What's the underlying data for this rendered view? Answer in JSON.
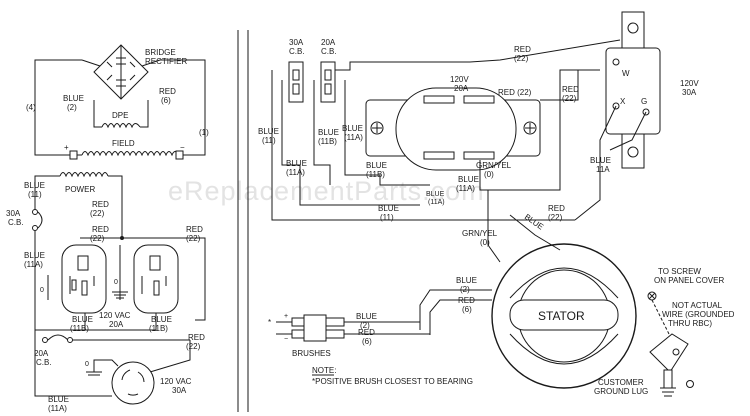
{
  "watermark": "eReplacementParts.com",
  "left_panel": {
    "bridge_rectifier": [
      "BRIDGE",
      "RECTIFIER"
    ],
    "wire_4": "(4)",
    "wire_1": "(1)",
    "blue_2": [
      "BLUE",
      "(2)"
    ],
    "red_6": [
      "RED",
      "(6)"
    ],
    "dpe": "DPE",
    "field": "FIELD",
    "plus": "+",
    "minus": "−",
    "power": "POWER",
    "blue_11": [
      "BLUE",
      "(11)"
    ],
    "cb30": [
      "30A",
      "C.B."
    ],
    "red_22_a": [
      "RED",
      "(22)"
    ],
    "red_22_b": [
      "RED",
      "(22)"
    ],
    "red_22_c": "RED",
    "red_22_c2": "(22)",
    "blue_11a": [
      "BLUE",
      "(11A)"
    ],
    "blue_11b_a": [
      "BLUE",
      "(11B)"
    ],
    "blue_11b_b": [
      "BLUE",
      "(11B)"
    ],
    "vac120_20a": [
      "120 VAC",
      "20A"
    ],
    "cb20": [
      "20A",
      "C.B."
    ],
    "red_22_d": [
      "RED",
      "(22)"
    ],
    "vac120_30a": [
      "120 VAC",
      "30A"
    ],
    "blue_11a_bottom": [
      "BLUE",
      "(11A)"
    ]
  },
  "right_panel": {
    "cb30_top": [
      "30A",
      "C.B."
    ],
    "cb20_top": [
      "20A",
      "C.B."
    ],
    "red_22_top": [
      "RED",
      "(22)"
    ],
    "outlet_120v_20a": [
      "120V",
      "20A"
    ],
    "red_22_mid": "RED (22)",
    "red_22_right": [
      "RED",
      "(22)"
    ],
    "outlet_120v_30a": [
      "120V",
      "30A"
    ],
    "term_w": "W",
    "term_x": "X",
    "term_g": "G",
    "blue_11": [
      "BLUE",
      "(11)"
    ],
    "blue_11b": [
      "BLUE",
      "(11B)"
    ],
    "blue_11a": [
      "BLUE",
      "(11A)"
    ],
    "blue_11b_2": [
      "BLUE",
      "(11B)"
    ],
    "grn_yel": [
      "GRN/YEL",
      "(0)"
    ],
    "blue_11a_2": [
      "BLUE",
      "(11A)"
    ],
    "blue_11a_3": [
      "BLUE",
      "(11A)"
    ],
    "blue_11_right": [
      "BLUE",
      "11A"
    ],
    "blue_11_low": [
      "BLUE",
      "(11)"
    ],
    "red_22_low": [
      "RED",
      "(22)"
    ],
    "blue_diag": "BLUE",
    "grn_yel_2": [
      "GRN/YEL",
      "(0)"
    ],
    "stator": "STATOR",
    "blue_2": [
      "BLUE",
      "(2)"
    ],
    "red_6": [
      "RED",
      "(6)"
    ],
    "blue_2_b": [
      "BLUE",
      "(2)"
    ],
    "red_6_b": [
      "RED",
      "(6)"
    ],
    "brushes": "BRUSHES",
    "to_screw": [
      "TO SCREW",
      "ON PANEL COVER"
    ],
    "not_actual": [
      "NOT ACTUAL",
      "WIRE (GROUNDED",
      "THRU RBC)"
    ],
    "customer_lug": [
      "CUSTOMER",
      "GROUND LUG"
    ],
    "note_title": "NOTE:",
    "note_text": "*POSITIVE BRUSH CLOSEST TO BEARING"
  }
}
